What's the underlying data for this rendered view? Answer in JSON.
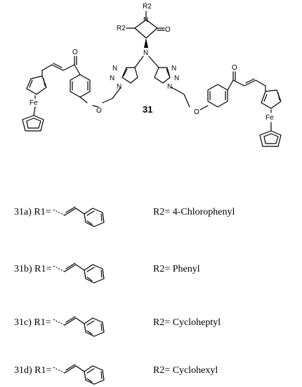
{
  "compound": {
    "number": "31",
    "atom_labels": {
      "r2_ring_n": "R2",
      "r2_ring_c": "R2",
      "n_ring": "N",
      "o_carbonyl": "O",
      "n_amine": "N",
      "o_enone_left": "O",
      "o_enone_right": "O",
      "o_ether_left": "O",
      "o_ether_right": "O",
      "fe_left": "Fe",
      "fe_right": "Fe",
      "triazole_left_n1": "N",
      "triazole_left_n2": "N",
      "triazole_left_n3": "N",
      "triazole_right_n1": "N",
      "triazole_right_n2": "N",
      "triazole_right_n3": "N"
    }
  },
  "variants": [
    {
      "id": "31a",
      "r1_label": "31a) R1=",
      "r2_label": "R2= 4-Chlorophenyl"
    },
    {
      "id": "31b",
      "r1_label": "31b) R1=",
      "r2_label": "R2= Phenyl"
    },
    {
      "id": "31c",
      "r1_label": "31c) R1=",
      "r2_label": "R2= Cycloheptyl"
    },
    {
      "id": "31d",
      "r1_label": "31d) R1=",
      "r2_label": "R2= Cyclohexyl"
    }
  ]
}
